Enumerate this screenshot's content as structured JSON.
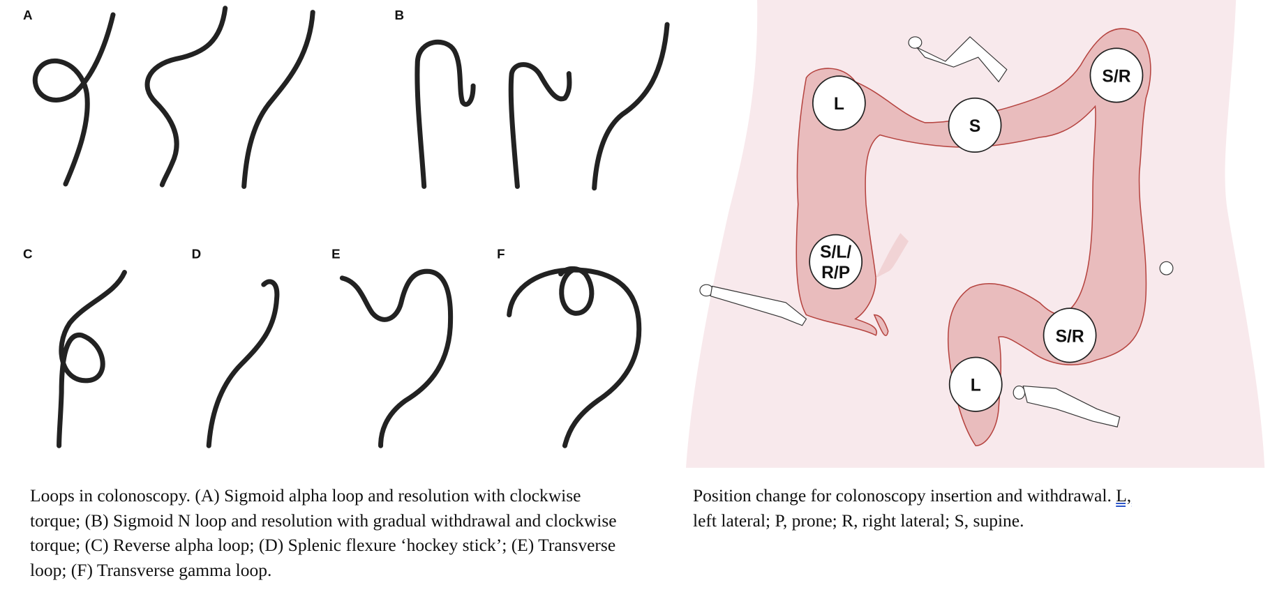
{
  "left_figure": {
    "panel_labels": [
      "A",
      "B",
      "C",
      "D",
      "E",
      "F"
    ],
    "caption": "Loops in colonoscopy. (A) Sigmoid alpha loop and resolution with clockwise torque; (B) Sigmoid N loop and resolution with gradual withdrawal and clockwise torque; (C) Reverse alpha loop; (D) Splenic flexure ‘hockey stick’; (E) Transverse loop; (F) Transverse gamma loop."
  },
  "right_figure": {
    "position_labels": {
      "hepatic": "L",
      "transverse": "S",
      "splenic": "S/R",
      "cecum_line1": "S/L/",
      "cecum_line2": "R/P",
      "descending": "S/R",
      "sigmoid": "L"
    },
    "caption_main": "Position change for colonoscopy insertion and withdrawal.",
    "caption_link": "L,",
    "caption_rest": "left lateral; P, prone; R, right lateral; S, supine."
  },
  "colors": {
    "torso": "#f8e9ec",
    "colon": "#e9bcbd",
    "colon_edge": "#b5433f"
  }
}
